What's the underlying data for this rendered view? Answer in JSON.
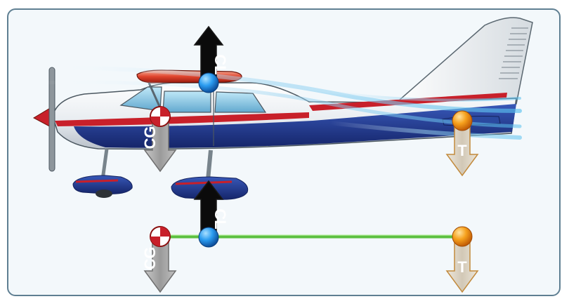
{
  "labels": {
    "cl_top": "CL",
    "cg_top": "CG",
    "t_top": "T",
    "cl_bottom": "CL",
    "cg_bottom": "CG",
    "t_bottom": "T"
  },
  "colors": {
    "fuselage_white": "#f4f6f8",
    "fuselage_blue": "#243c8c",
    "stripe_red": "#c8202a",
    "lift_arrow": "#0b0b0b",
    "lift_ball": "#1e8ee0",
    "weight_arrow": "#a9a9a9",
    "tail_arrow": "#d8d2c6",
    "tail_ball": "#f39a1a",
    "beam": "#5cc040",
    "frame": "#5f7f92"
  }
}
